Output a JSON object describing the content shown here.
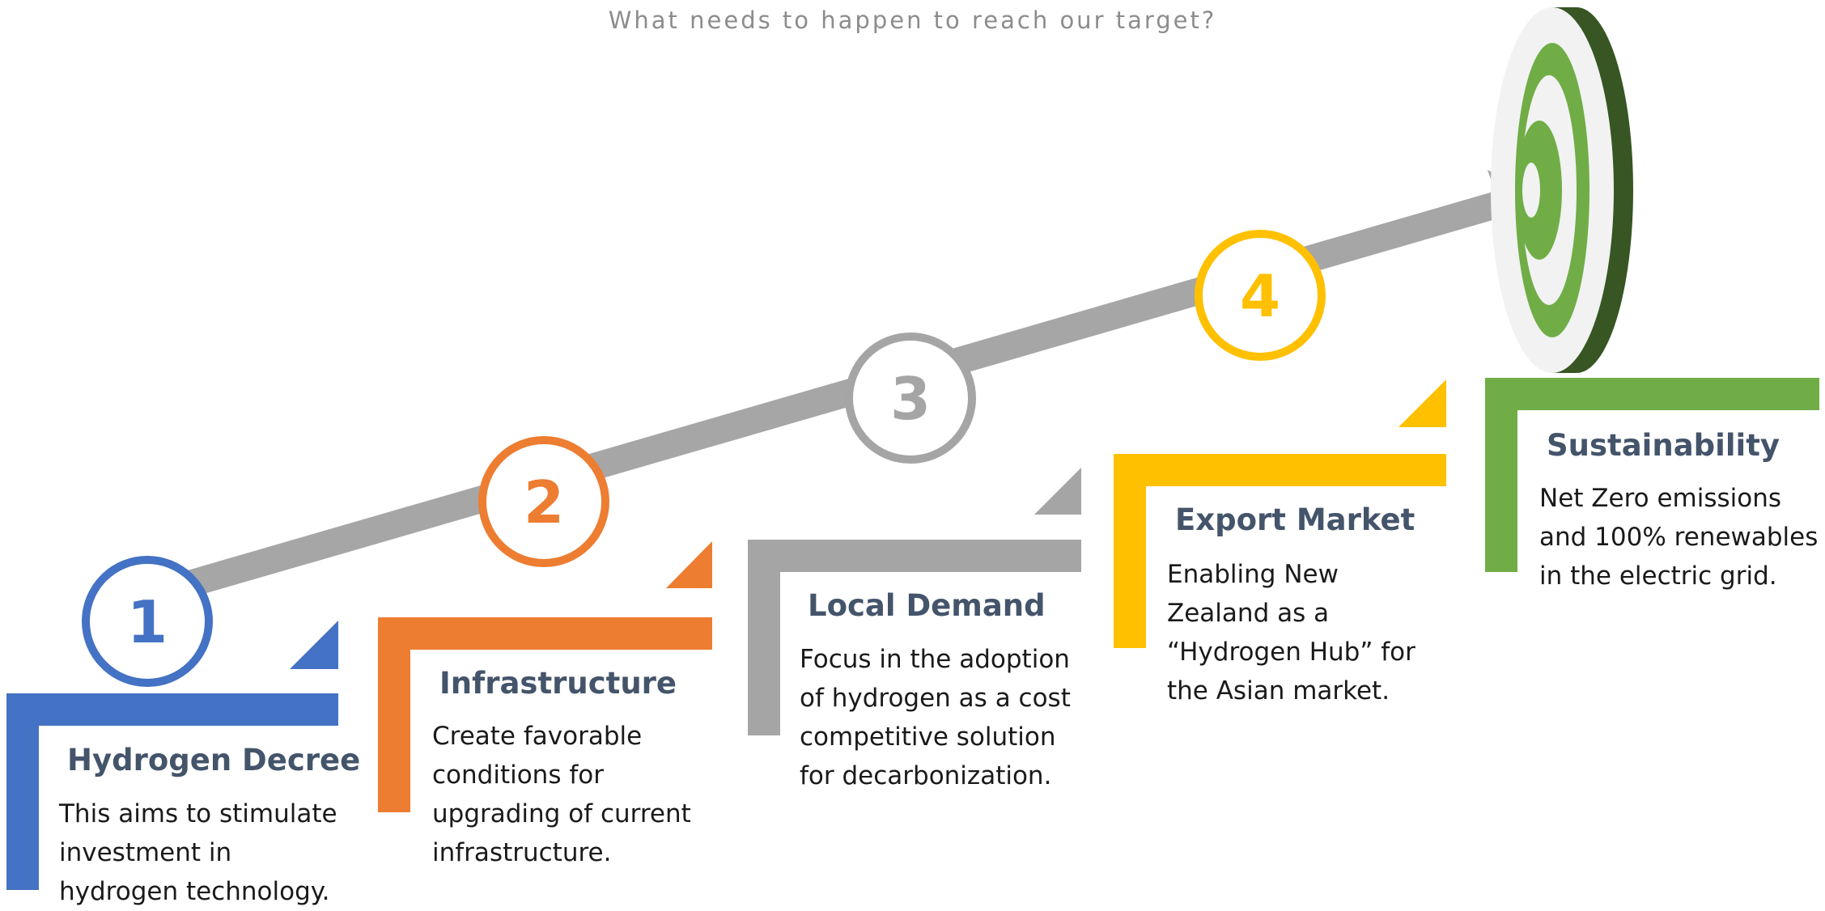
{
  "title": "What needs to happen to reach our target?",
  "colors": {
    "arrow": "#a6a6a6",
    "title_text": "#44546a",
    "target_light": "#70ad47",
    "target_dark": "#375623",
    "target_white": "#f2f2f2"
  },
  "steps": [
    {
      "number": "1",
      "title": "Hydrogen Decree",
      "description": "This aims to stimulate investment in hydrogen technology.",
      "color": "#4472c4",
      "number_color": "#4472c4"
    },
    {
      "number": "2",
      "title": "Infrastructure",
      "description": "Create favorable conditions for upgrading of current infrastructure.",
      "color": "#ed7d31",
      "number_color": "#ed7d31"
    },
    {
      "number": "3",
      "title": "Local Demand",
      "description": "Focus in the adoption of hydrogen as a cost competitive solution for decarbonization.",
      "color": "#a5a5a5",
      "number_color": "#a5a5a5"
    },
    {
      "number": "4",
      "title": "Export Market",
      "description": "Enabling New Zealand as a “Hydrogen Hub” for the Asian market.",
      "color": "#ffc000",
      "number_color": "#ffc000"
    }
  ],
  "goal": {
    "title": "Sustainability",
    "description": "Net Zero emissions and 100% renewables in the electric grid.",
    "color": "#70ad47",
    "icon": "target-icon"
  }
}
